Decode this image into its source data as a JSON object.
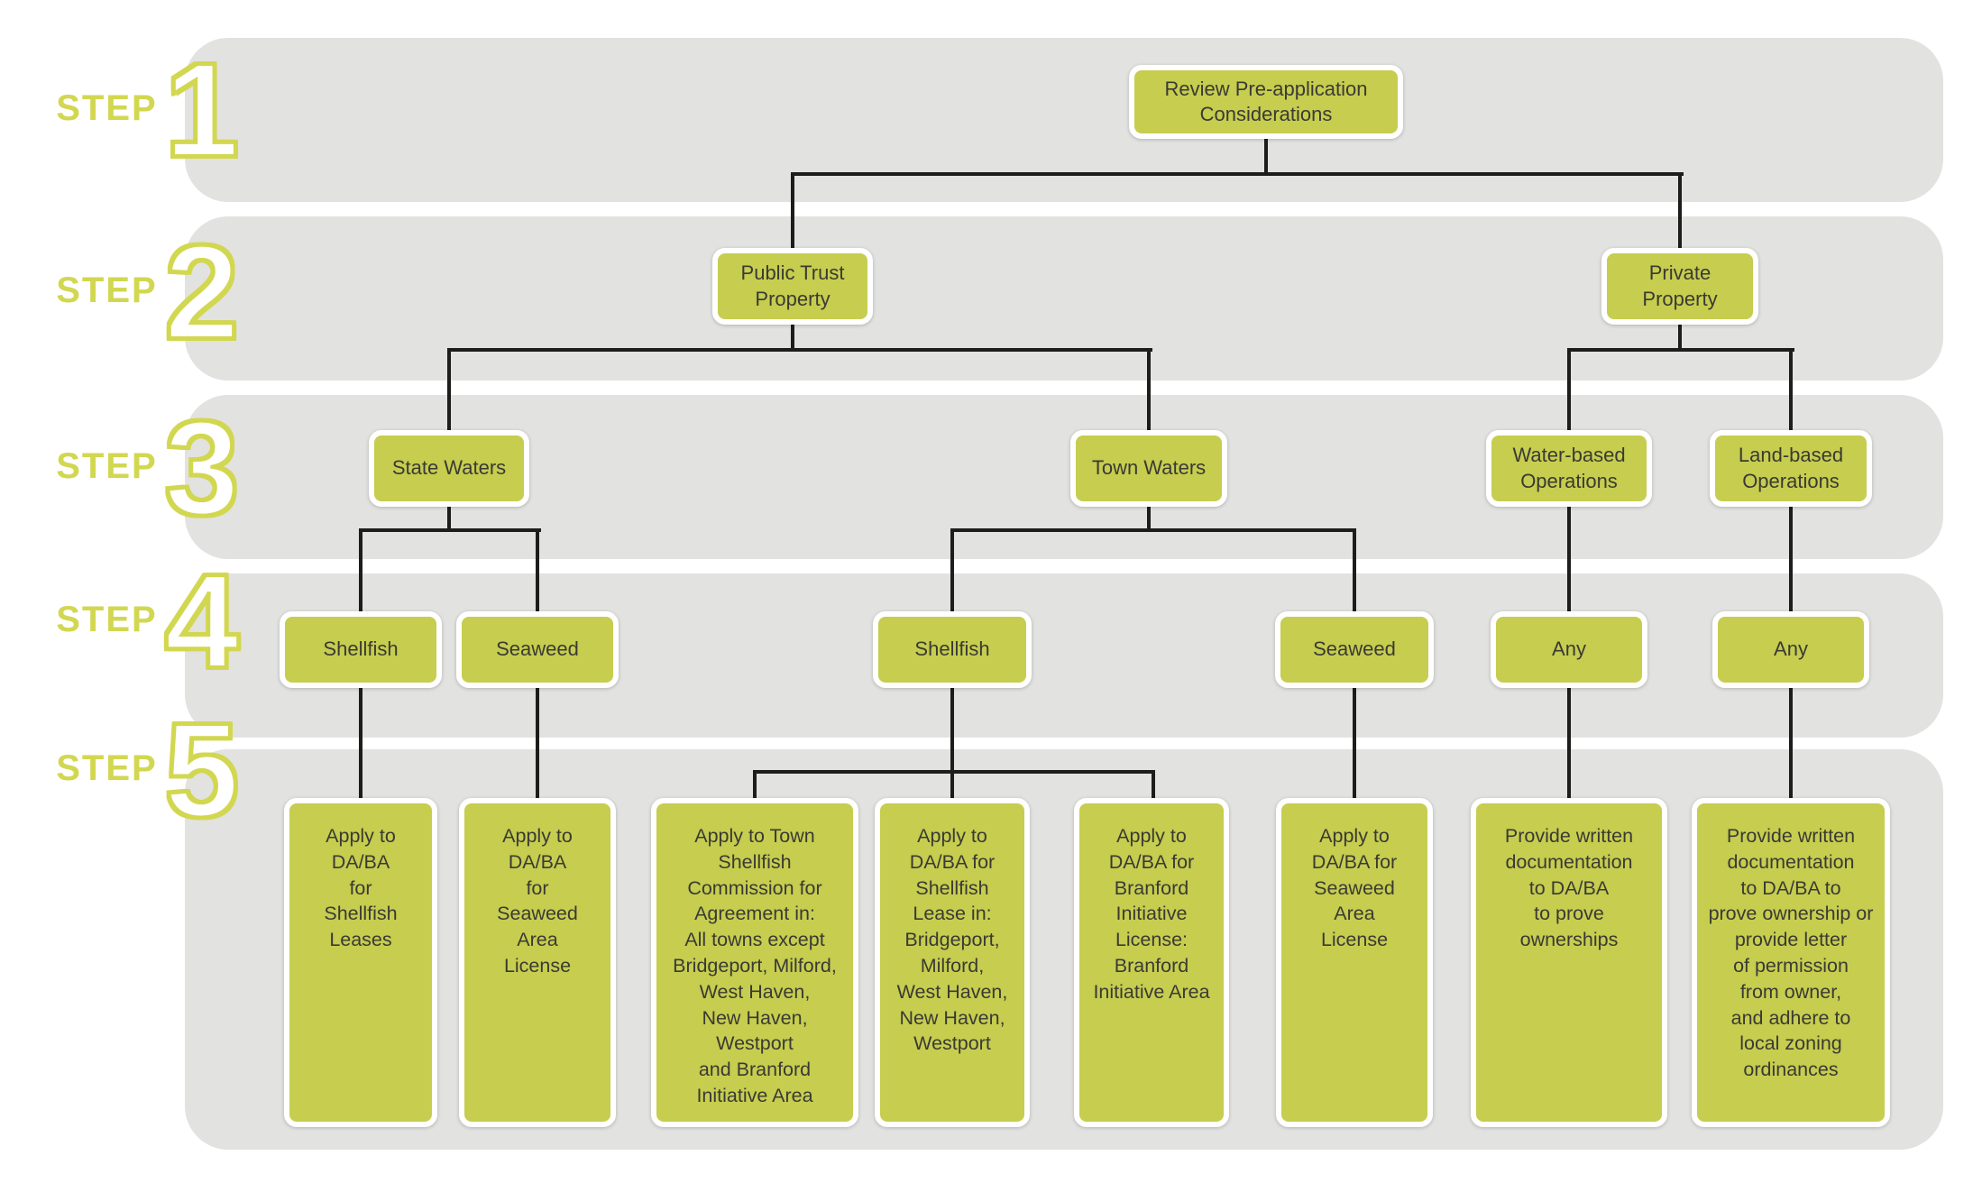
{
  "colors": {
    "box_green": "#c6cd4f",
    "band_gray": "#e2e2e1",
    "step_label_green": "#d2d750",
    "connector_black": "#1d1d1b",
    "box_text": "#3a3a33"
  },
  "steps": [
    {
      "word": "STEP",
      "number": "1"
    },
    {
      "word": "STEP",
      "number": "2"
    },
    {
      "word": "STEP",
      "number": "3"
    },
    {
      "word": "STEP",
      "number": "4"
    },
    {
      "word": "STEP",
      "number": "5"
    }
  ],
  "nodes": {
    "review": {
      "label": "Review Pre-application\nConsiderations"
    },
    "public_trust": {
      "label": "Public Trust\nProperty"
    },
    "private_property": {
      "label": "Private\nProperty"
    },
    "state_waters": {
      "label": "State Waters"
    },
    "town_waters": {
      "label": "Town Waters"
    },
    "water_based": {
      "label": "Water-based\nOperations"
    },
    "land_based": {
      "label": "Land-based\nOperations"
    },
    "shellfish_state": {
      "label": "Shellfish"
    },
    "seaweed_state": {
      "label": "Seaweed"
    },
    "shellfish_town": {
      "label": "Shellfish"
    },
    "seaweed_town": {
      "label": "Seaweed"
    },
    "any_water": {
      "label": "Any"
    },
    "any_land": {
      "label": "Any"
    },
    "apply_shellfish_leases": {
      "label": "Apply to\nDA/BA\nfor\nShellfish\nLeases"
    },
    "apply_seaweed_area_license_state": {
      "label": "Apply to\nDA/BA\nfor\nSeaweed\nArea\nLicense"
    },
    "apply_town_shellfish_commission": {
      "label": "Apply to Town\nShellfish\nCommission for\nAgreement in:\nAll towns except\nBridgeport, Milford,\nWest Haven,\nNew Haven,\nWestport\nand Branford\nInitiative Area"
    },
    "apply_daba_shellfish_lease": {
      "label": "Apply to\nDA/BA for\nShellfish\nLease in:\nBridgeport,\nMilford,\nWest Haven,\nNew Haven,\nWestport"
    },
    "apply_branford_initiative_license": {
      "label": "Apply to\nDA/BA for\nBranford\nInitiative\nLicense:\nBranford\nInitiative Area"
    },
    "apply_seaweed_area_license_town": {
      "label": "Apply to\nDA/BA for\nSeaweed\nArea\nLicense"
    },
    "provide_docs_prove_ownership": {
      "label": "Provide written\ndocumentation\nto DA/BA\nto prove\nownerships"
    },
    "provide_docs_ownership_or_permission": {
      "label": "Provide written\ndocumentation\nto DA/BA to\nprove ownership or\nprovide letter\nof permission\nfrom owner,\nand adhere to\nlocal zoning\nordinances"
    }
  }
}
